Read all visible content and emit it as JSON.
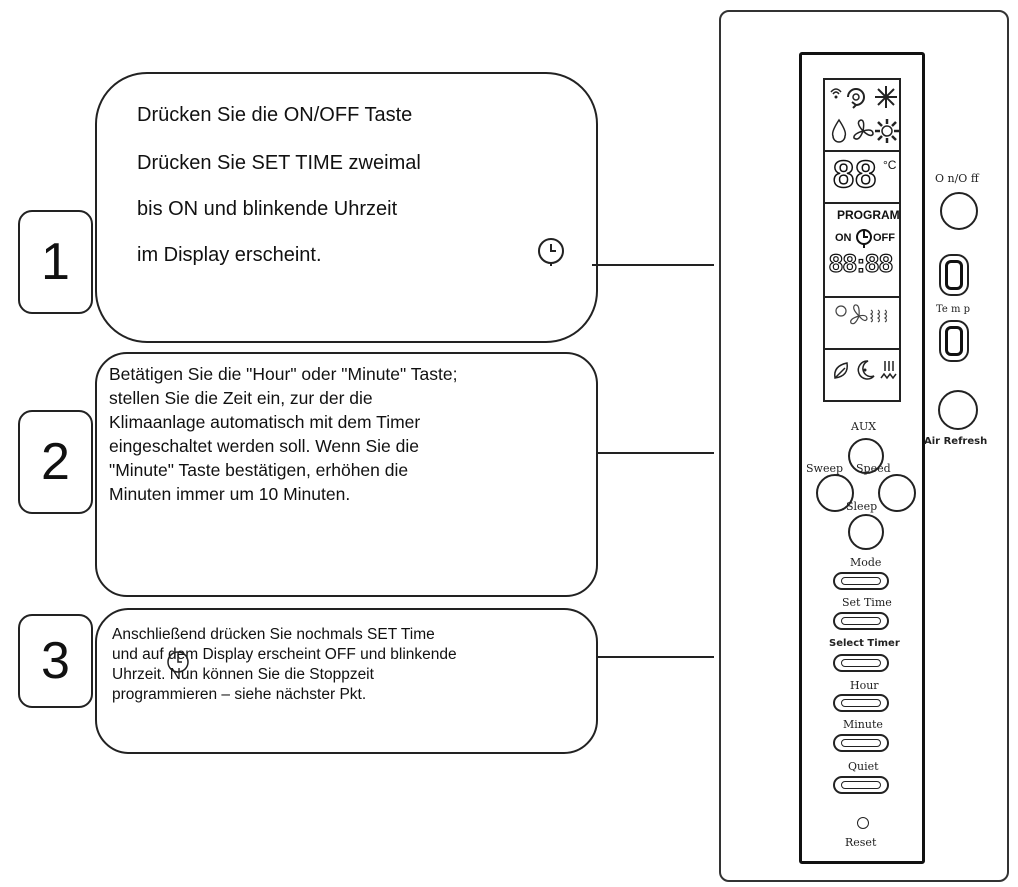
{
  "steps": [
    {
      "number": "1",
      "lines": [
        "Drücken Sie die ON/OFF Taste",
        "Drücken Sie SET TIME zweimal",
        "bis ON und blinkende Uhrzeit",
        " im Display erscheint."
      ]
    },
    {
      "number": "2",
      "lines": [
        "Betätigen Sie die \"Hour\" oder \"Minute\" Taste;",
        "stellen Sie die Zeit ein, zur der die",
        "Klimaanlage automatisch mit dem Timer",
        "eingeschaltet werden soll. Wenn Sie   die",
        "\"Minute\" Taste bestätigen,   erhöhen die",
        "Minuten immer um 10 Minuten."
      ]
    },
    {
      "number": "3",
      "lines": [
        "Anschließend drücken Sie nochmals SET Time",
        "und auf dem Display erscheint OFF und blinkende",
        "Uhrzeit. Nun können Sie die Stoppzeit",
        "programmieren – siehe nächster Pkt."
      ]
    }
  ],
  "remote": {
    "display": {
      "temp_digits": "88",
      "temp_unit": "°C",
      "program_label": "PROGRAM",
      "on_label": "ON",
      "off_label": "OFF",
      "time_digits": "88:88"
    },
    "buttons": {
      "on_off": "O n/O ff",
      "temp": "Te m p",
      "air_refresh": "Air Refresh",
      "aux": "AUX",
      "sweep": "Sweep",
      "speed": "Speed",
      "sleep": "Sleep",
      "mode": "Mode",
      "set_time": "Set Time",
      "select_timer": "Select Timer",
      "hour": "Hour",
      "minute": "Minute",
      "quiet": "Quiet",
      "reset": "Reset"
    }
  }
}
